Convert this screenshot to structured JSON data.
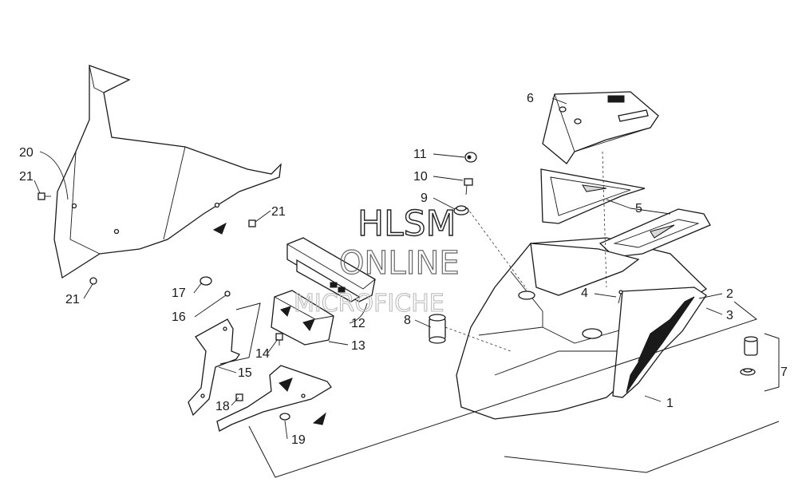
{
  "diagram": {
    "watermark": {
      "line1": "HLSM",
      "line2": "ONLINE",
      "line3": "MICROFICHE"
    },
    "callouts": {
      "c1": "1",
      "c2": "2",
      "c3": "3",
      "c4": "4",
      "c5": "5",
      "c6": "6",
      "c7": "7",
      "c8": "8",
      "c9": "9",
      "c10": "10",
      "c11": "11",
      "c12": "12",
      "c13": "13",
      "c14": "14",
      "c15": "15",
      "c16": "16",
      "c17": "17",
      "c18": "18",
      "c19": "19",
      "c20": "20",
      "c21a": "21",
      "c21b": "21",
      "c21c": "21"
    },
    "colors": {
      "ink": "#1a1a1a",
      "paper": "#ffffff",
      "shade": "#d9d9d9"
    }
  }
}
